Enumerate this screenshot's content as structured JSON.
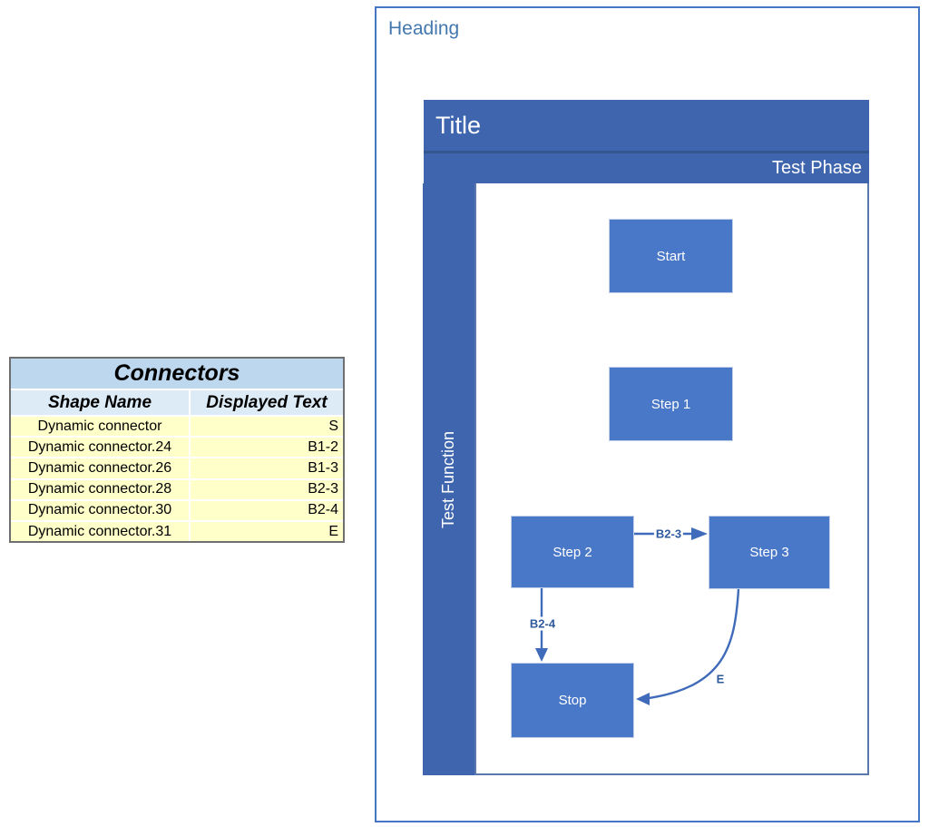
{
  "colors": {
    "bar_blue": "#3E65AE",
    "node_blue": "#4A78C8",
    "connector_blue": "#3F6BBA",
    "edge_label_blue": "#2E5A9E",
    "heading_text_blue": "#4377AE",
    "outer_border_blue": "#4576C6",
    "table_title_bg": "#BDD7EE",
    "table_header_bg": "#DDEBF7",
    "table_row_bg": "#FFFFC9"
  },
  "connectors_table": {
    "title": "Connectors",
    "columns": [
      "Shape Name",
      "Displayed Text"
    ],
    "rows": [
      {
        "shape_name": "Dynamic connector",
        "displayed_text": "S"
      },
      {
        "shape_name": "Dynamic connector.24",
        "displayed_text": "B1-2"
      },
      {
        "shape_name": "Dynamic connector.26",
        "displayed_text": "B1-3"
      },
      {
        "shape_name": "Dynamic connector.28",
        "displayed_text": "B2-3"
      },
      {
        "shape_name": "Dynamic connector.30",
        "displayed_text": "B2-4"
      },
      {
        "shape_name": "Dynamic connector.31",
        "displayed_text": "E"
      }
    ]
  },
  "flowchart": {
    "heading": "Heading",
    "title": "Title",
    "phase_label": "Test Phase",
    "function_label": "Test Function",
    "nodes": [
      {
        "id": "start",
        "label": "Start"
      },
      {
        "id": "step1",
        "label": "Step 1"
      },
      {
        "id": "step2",
        "label": "Step 2"
      },
      {
        "id": "step3",
        "label": "Step 3"
      },
      {
        "id": "stop",
        "label": "Stop"
      }
    ],
    "edges": [
      {
        "from": "Step 2",
        "to": "Step 3",
        "label": "B2-3"
      },
      {
        "from": "Step 2",
        "to": "Stop",
        "label": "B2-4"
      },
      {
        "from": "Step 3",
        "to": "Stop",
        "label": "E"
      }
    ]
  }
}
